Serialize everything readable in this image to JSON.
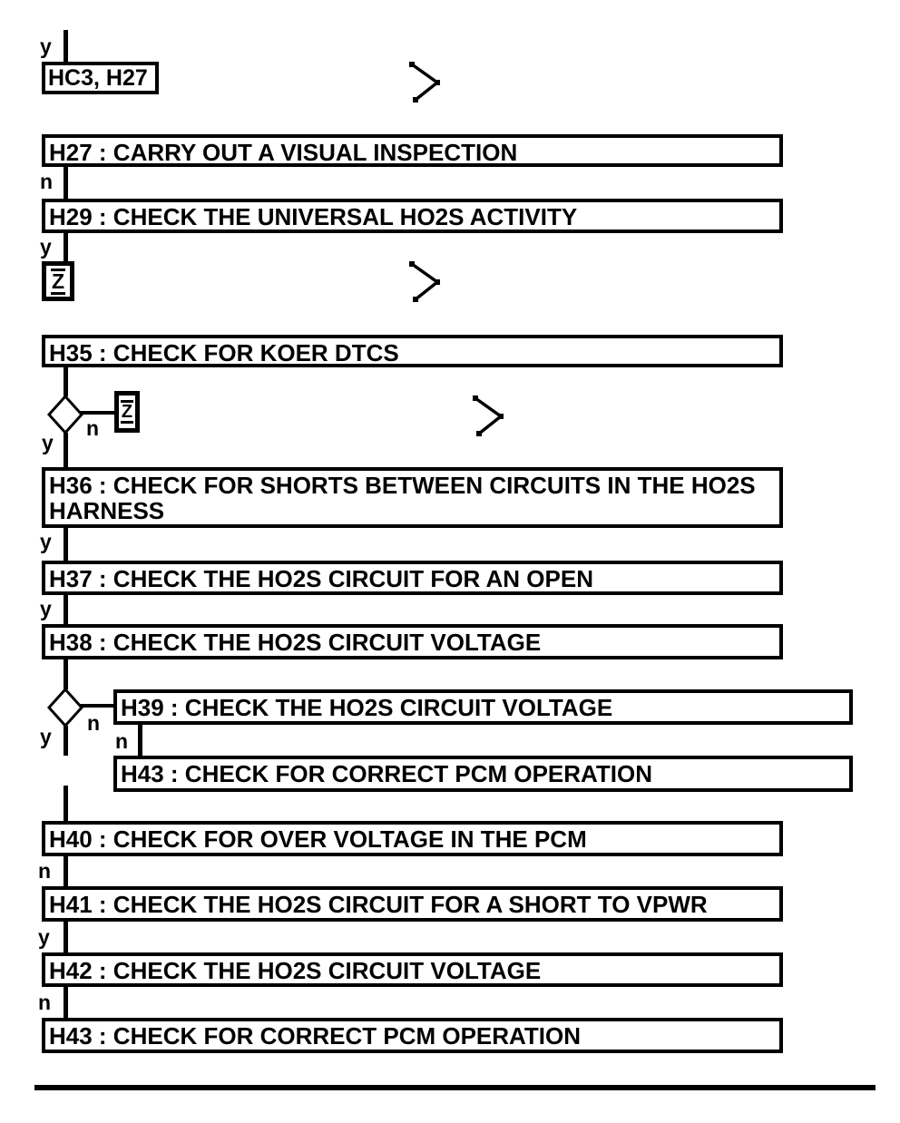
{
  "nodes": {
    "start": "HC3, H27",
    "h27": "H27 : CARRY OUT A VISUAL INSPECTION",
    "h29": "H29 : CHECK THE UNIVERSAL HO2S ACTIVITY",
    "z1": "Z",
    "h35": "H35 : CHECK FOR KOER DTCS",
    "z2": "Z",
    "h36": "H36 : CHECK FOR SHORTS BETWEEN CIRCUITS IN THE HO2S HARNESS",
    "h37": "H37 : CHECK THE HO2S CIRCUIT FOR AN OPEN",
    "h38": "H38 : CHECK THE HO2S CIRCUIT VOLTAGE",
    "h39": "H39 : CHECK THE HO2S CIRCUIT VOLTAGE",
    "h43a": "H43 : CHECK FOR CORRECT PCM OPERATION",
    "h40": "H40 : CHECK FOR OVER VOLTAGE IN THE PCM",
    "h41": "H41 : CHECK THE HO2S CIRCUIT FOR A SHORT TO VPWR",
    "h42": "H42 : CHECK THE HO2S CIRCUIT VOLTAGE",
    "h43b": "H43 : CHECK FOR CORRECT PCM OPERATION"
  },
  "edge_labels": {
    "top_y": "y",
    "h27_n": "n",
    "h29_y": "y",
    "h35_n": "n",
    "h35_y": "y",
    "h36_y": "y",
    "h37_y": "y",
    "h38_n": "n",
    "h38_y": "y",
    "h39_n": "n",
    "h40_n": "n",
    "h41_y": "y",
    "h42_n": "n"
  },
  "icons": {
    "continuation": "chevron-right",
    "decision": "diamond"
  },
  "colors": {
    "line": "#000000",
    "background": "#ffffff"
  }
}
